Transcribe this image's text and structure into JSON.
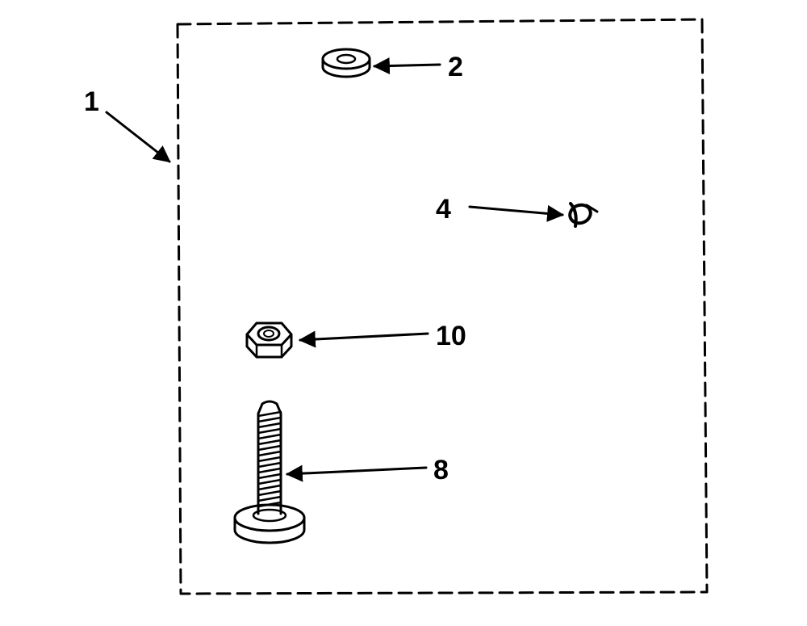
{
  "diagram": {
    "callouts": {
      "kit": "1",
      "washer": "2",
      "clip": "4",
      "nut": "10",
      "screw": "8"
    }
  }
}
